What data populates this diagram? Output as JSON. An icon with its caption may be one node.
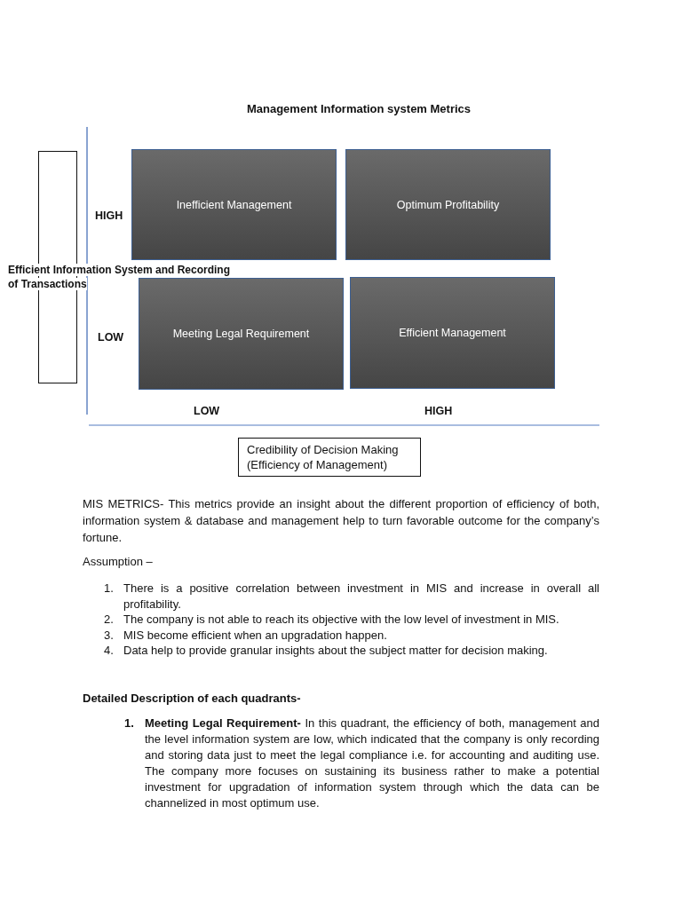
{
  "diagram": {
    "title": "Management Information system Metrics",
    "nodes": [
      {
        "text": [],
        "shape": "box"
      },
      {
        "text": [
          "Inefficient Management"
        ]
      },
      {
        "text": [
          "Optimum Profitability"
        ]
      },
      {
        "text": [
          "Meeting Legal Requirement"
        ]
      },
      {
        "text": [
          "Efficient Management"
        ]
      },
      {
        "text": [
          "Credibility of Decision Making",
          "(Efficiency of Management)"
        ]
      }
    ],
    "labels": [
      "HIGH",
      "Efficient Information System and Recording of Transactions",
      "LOW",
      "LOW",
      "HIGH",
      "MIS METRICS- This metrics provide an insight about the different proportion of efficiency of both, information system & database and management help to turn favorable outcome for the company’s fortune.",
      "Assumption –",
      "1.",
      "There is a positive correlation between investment in MIS and increase in overall all profitability.",
      "2.",
      "The company is not able to reach its objective with the low level of investment in MIS.",
      "3.",
      "MIS become efficient when an upgradation happen.",
      "4.",
      "Data help to provide granular insights about the subject matter for decision making.",
      "Detailed Description of each quadrants-",
      "1.",
      "**Meeting Legal Requirement-** In this quadrant, the efficiency of both, management and the level information system are low, which indicated that the company is only recording and storing data just to meet the legal compliance i.e. for accounting and auditing use. The company more focuses on sustaining its business rather to make a potential investment for upgradation of information system through which the data can be channelized in most optimum use."
    ]
  }
}
